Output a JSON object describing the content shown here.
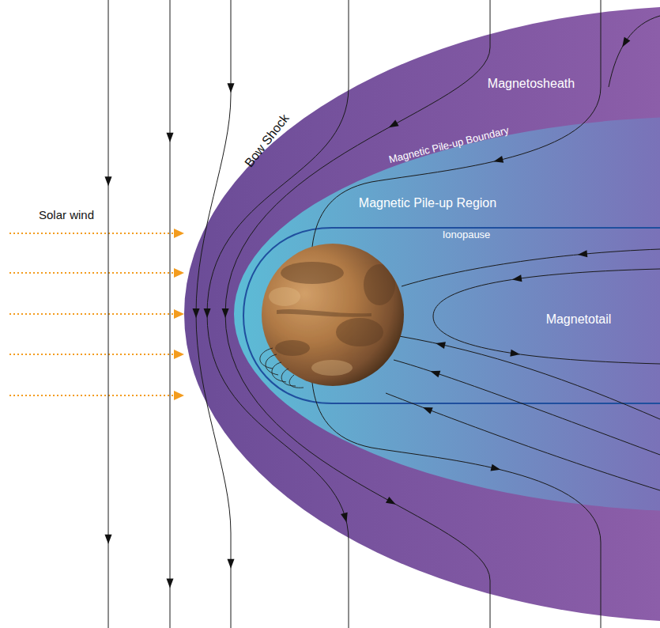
{
  "diagram": {
    "nodes": [
      {
        "text": [
          "Bow Shock",
          "Magnetosheath"
        ]
      },
      {
        "text": [
          "Magnetic Pile-up Boundary",
          "Magnetic Pile-up Region"
        ],
        "in": 0
      },
      {
        "text": [
          "Ionopause",
          "Magnetotail"
        ],
        "in": 1
      }
    ],
    "labels": [
      "Solar wind"
    ]
  }
}
